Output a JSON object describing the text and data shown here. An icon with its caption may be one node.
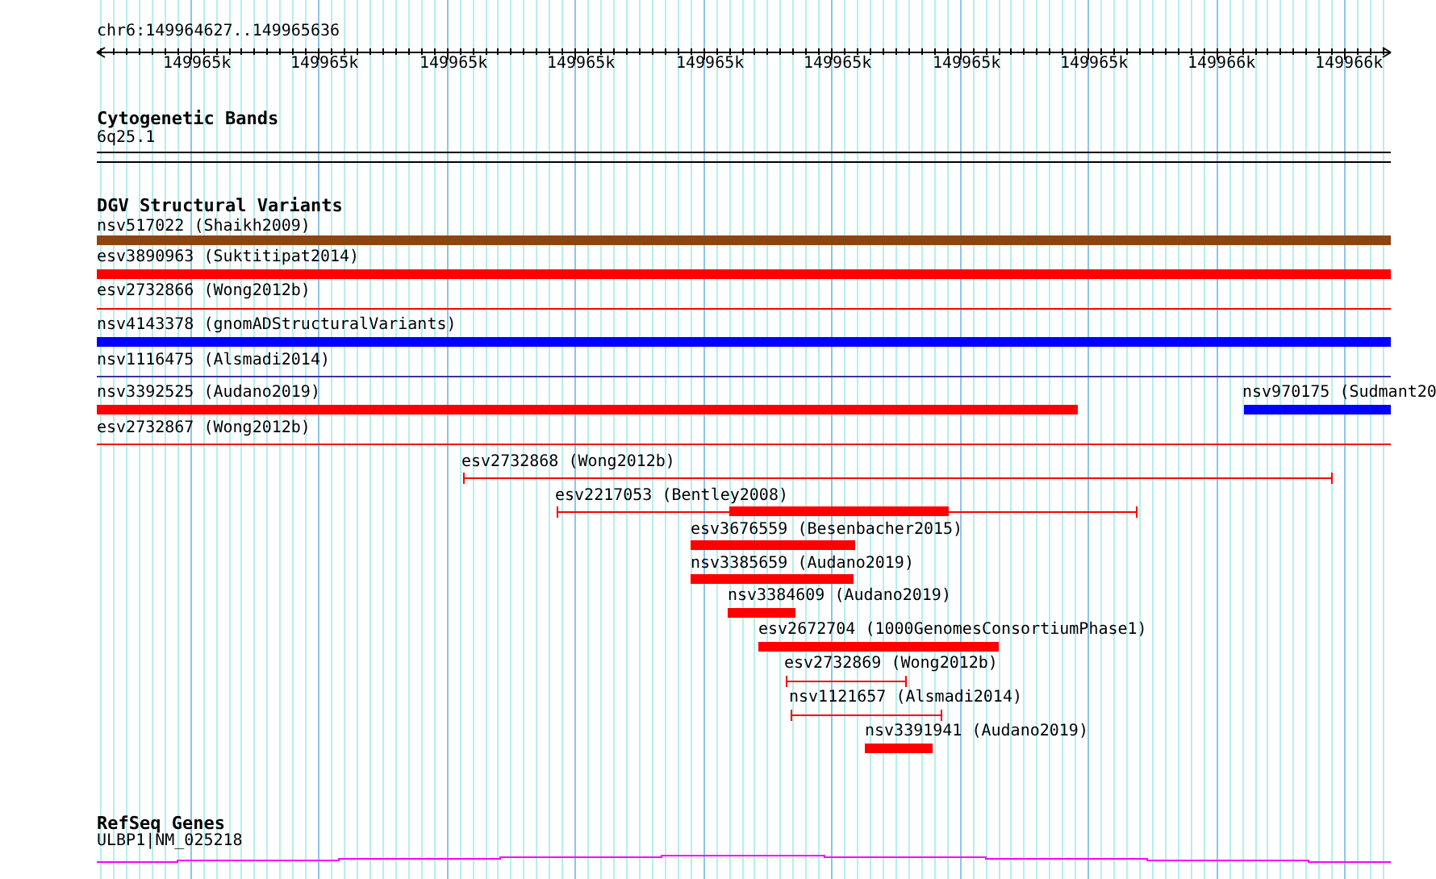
{
  "diagram": {
    "labels": [
      "chr6:149964627..149965636",
      "149965k",
      "149965k",
      "149965k",
      "149965k",
      "149965k",
      "149965k",
      "149965k",
      "149965k",
      "149966k",
      "149966k",
      "Cytogenetic Bands",
      "6q25.1",
      "DGV Structural Variants",
      "nsv517022 (Shaikh2009)",
      "esv3890963 (Suktitipat2014)",
      "esv2732866 (Wong2012b)",
      "nsv4143378 (gnomADStructuralVariants)",
      "nsv1116475 (Alsmadi2014)",
      "nsv3392525 (Audano2019)",
      "nsv970175 (Sudmant20",
      "esv2732867 (Wong2012b)",
      "esv2732868 (Wong2012b)",
      "esv2217053 (Bentley2008)",
      "esv3676559 (Besenbacher2015)",
      "nsv3385659 (Audano2019)",
      "nsv3384609 (Audano2019)",
      "esv2672704 (1000GenomesConsortiumPhase1)",
      "esv2732869 (Wong2012b)",
      "nsv1121657 (Alsmadi2014)",
      "nsv3391941 (Audano2019)",
      "RefSeq Genes",
      "ULBP1|NM_025218"
    ]
  }
}
